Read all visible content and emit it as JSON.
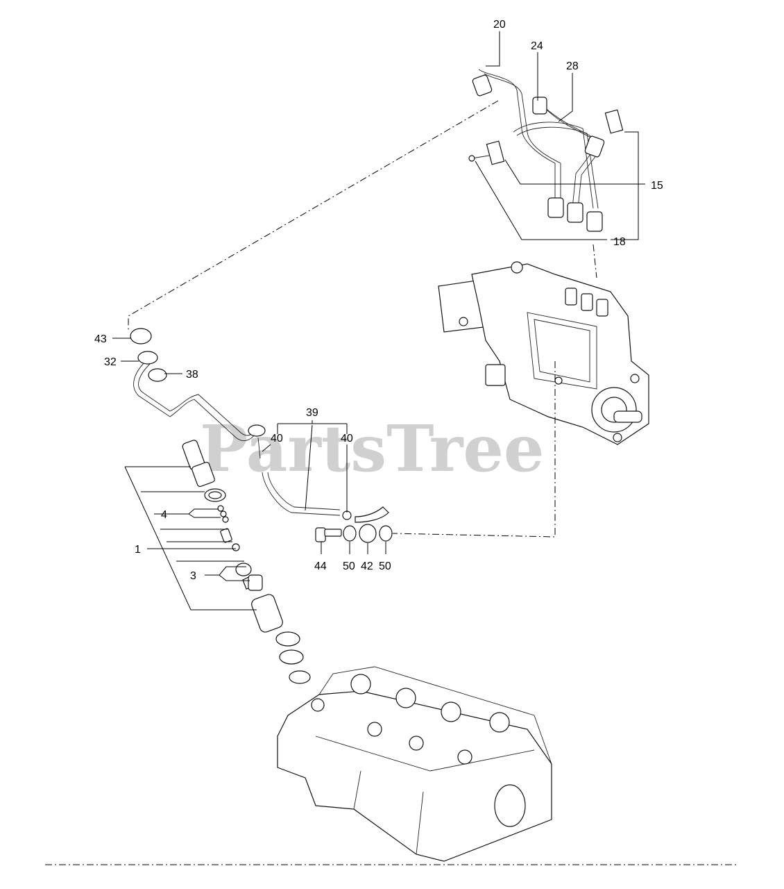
{
  "watermark": "PartsTree",
  "callouts": {
    "c1": "1",
    "c3": "3",
    "c4": "4",
    "c15": "15",
    "c18": "18",
    "c20": "20",
    "c24": "24",
    "c28": "28",
    "c32": "32",
    "c38": "38",
    "c39": "39",
    "c40a": "40",
    "c40b": "40",
    "c42": "42",
    "c43": "43",
    "c44": "44",
    "c50a": "50",
    "c50b": "50"
  }
}
